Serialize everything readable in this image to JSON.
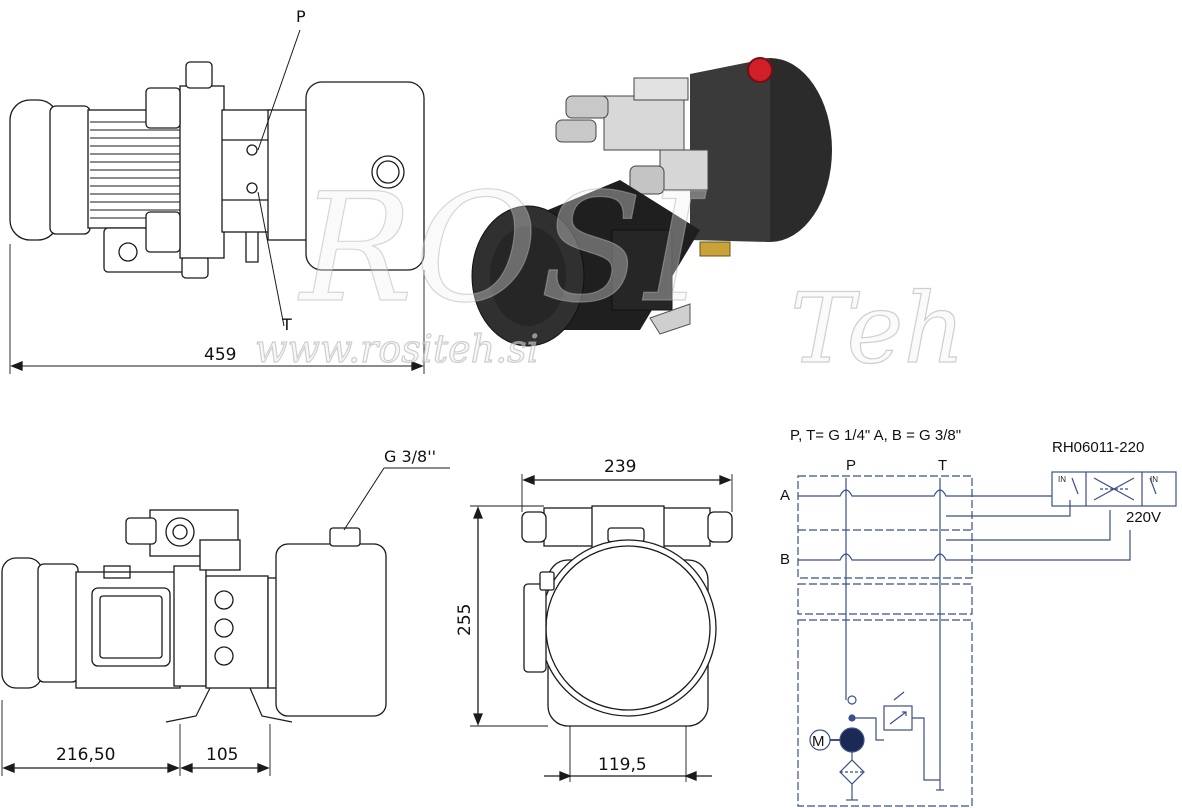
{
  "dimensions": {
    "total_length": "459",
    "motor_offset": "216,50",
    "foot_spacing": "105",
    "width": "239",
    "height": "255",
    "foot_width": "119,5"
  },
  "port_labels": {
    "pressure": "P",
    "tank": "T",
    "tank_filler": "G 3/8''"
  },
  "watermark": {
    "brand": "ROSI",
    "suffix": "Teh",
    "url": "www.rositeh.si"
  },
  "hydraulic_schematic": {
    "spec_line": "P, T= G 1/4\" A, B = G 3/8\"",
    "valve_code": "RH06011-220",
    "voltage": "220V",
    "port_p": "P",
    "port_t": "T",
    "port_a": "A",
    "port_b": "B",
    "motor_symbol": "M",
    "solenoid_left": "IN",
    "solenoid_right": "IN"
  },
  "colors": {
    "line": "#1a1a1a",
    "schematic_blue": "#3a4f8c",
    "cap_red": "#d0202a"
  }
}
